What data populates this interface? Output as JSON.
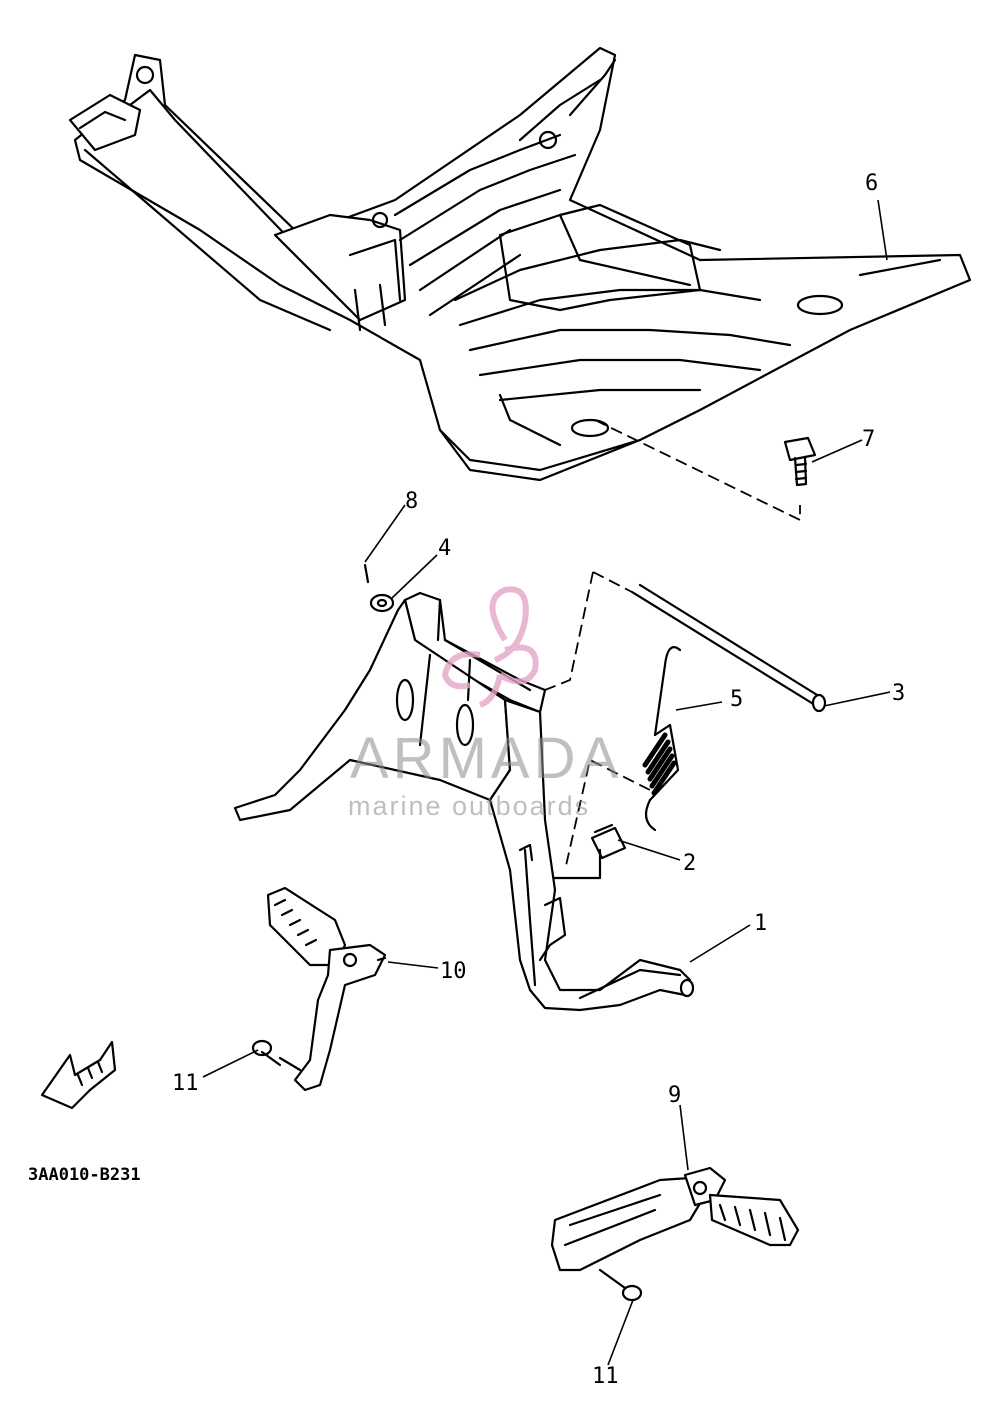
{
  "diagram": {
    "code": "3AA010-B231",
    "watermark": {
      "title": "ARMADA",
      "subtitle": "marine outboards"
    },
    "parts": [
      "1",
      "2",
      "3",
      "4",
      "5",
      "6",
      "7",
      "8",
      "9",
      "10",
      "11",
      "11"
    ]
  }
}
